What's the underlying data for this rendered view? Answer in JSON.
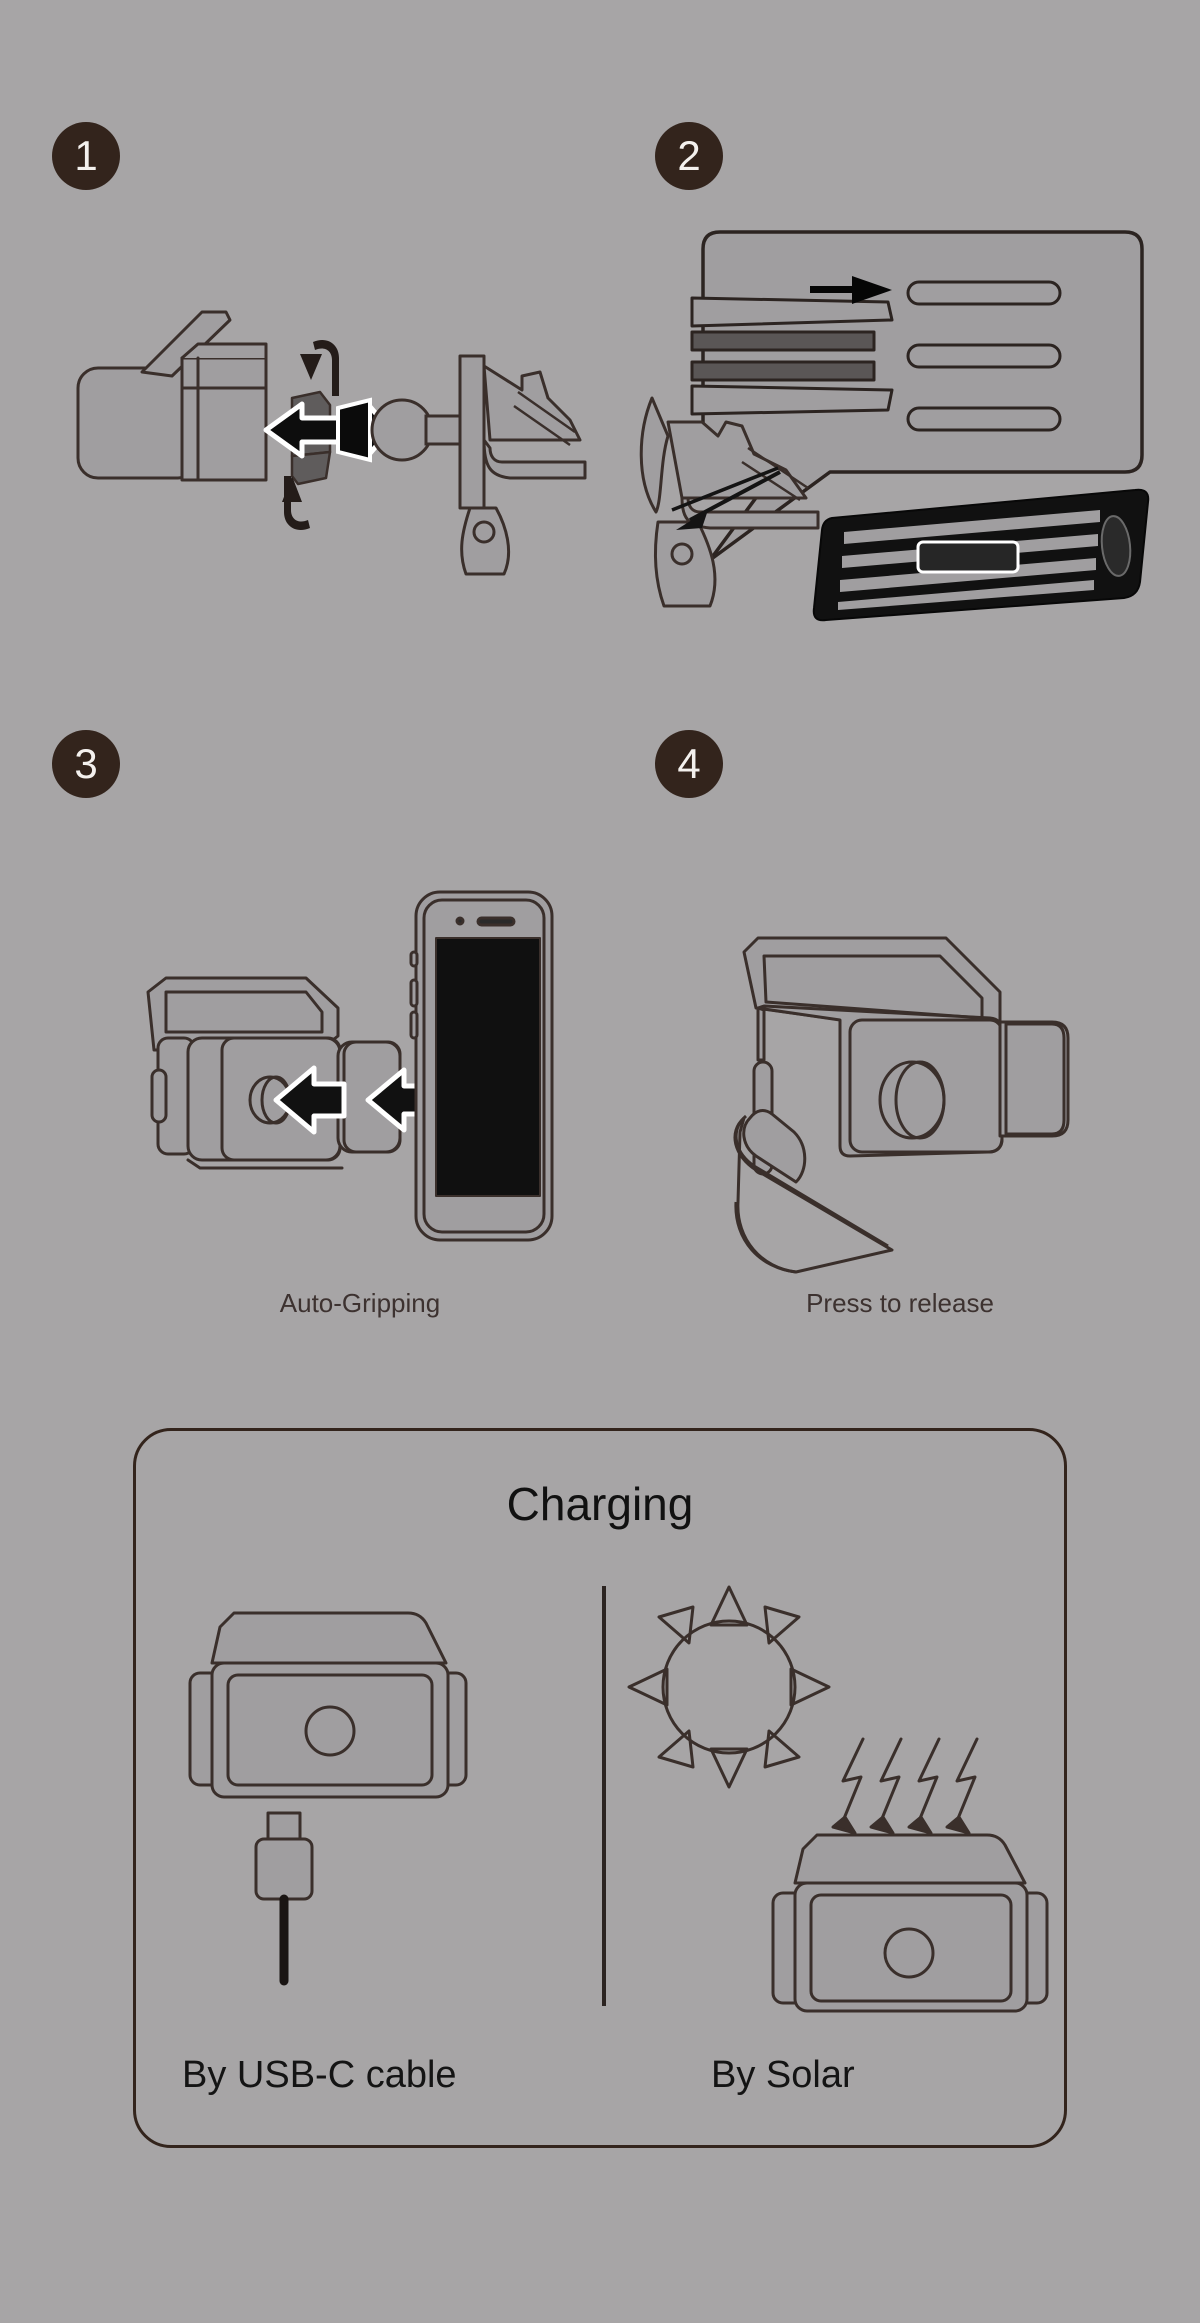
{
  "document": {
    "type": "product-instruction-manual-diagram",
    "background_color": "#a7a5a6",
    "ink_color": "#33241c",
    "fill_color": "#a09ea0"
  },
  "steps": [
    {
      "number": "1",
      "badge_label": "1",
      "illustration": "mount-head-attach-to-ball-joint",
      "caption": ""
    },
    {
      "number": "2",
      "badge_label": "2",
      "illustration": "vent-clip-insert-into-air-vent-with-callout",
      "caption": ""
    },
    {
      "number": "3",
      "badge_label": "3",
      "illustration": "phone-pressed-into-holder-auto-grip",
      "caption": "Auto-Gripping"
    },
    {
      "number": "4",
      "badge_label": "4",
      "illustration": "finger-pressing-release-lever",
      "caption": "Press to release"
    }
  ],
  "charging_panel": {
    "title": "Charging",
    "divider": true,
    "options": [
      {
        "label": "By USB-C cable",
        "icon": "usb-c-connector-icon",
        "illustration": "holder-with-usb-c-cable-plugged-in"
      },
      {
        "label": "By Solar",
        "icon": "sun-icon",
        "illustration": "sun-with-rays-charging-holder-solar-panel"
      }
    ]
  },
  "colors": {
    "background": "#a7a5a6",
    "badge_fill": "#33241c",
    "badge_text": "#f4f1ee",
    "line": "#3a2f2b",
    "panel_border": "#33241c",
    "title_text": "#111111",
    "caption_text": "#3d3230",
    "arrow_fill": "#111111",
    "arrow_stroke": "#ffffff",
    "vent_dark": "#141414",
    "connector_gray": "#5f5c5c"
  }
}
